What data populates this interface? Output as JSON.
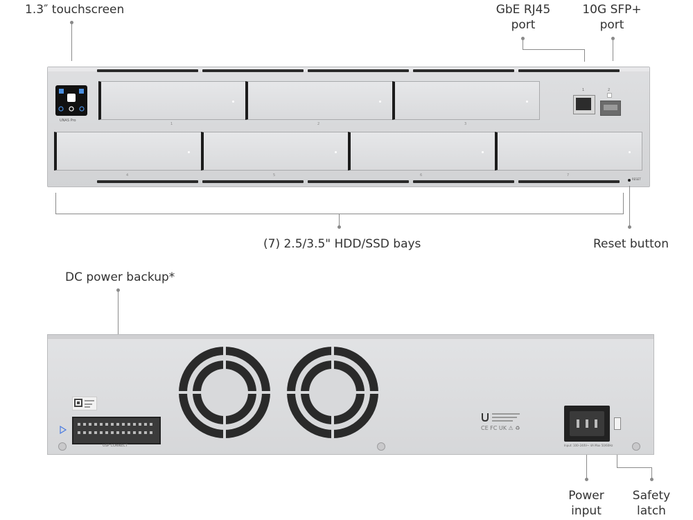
{
  "callouts": {
    "touchscreen": "1.3″ touchscreen",
    "rj45_line1": "GbE RJ45",
    "rj45_line2": "port",
    "sfp_line1": "10G SFP+",
    "sfp_line2": "port",
    "bays": "(7) 2.5/3.5\" HDD/SSD bays",
    "reset": "Reset button",
    "dc_backup": "DC power backup*",
    "power_line1": "Power",
    "power_line2": "input",
    "latch_line1": "Safety",
    "latch_line2": "latch"
  },
  "device": {
    "brand": "UNAS Pro",
    "port_numbers": [
      "1",
      "2"
    ],
    "reset_label": "RESET",
    "bay_numbers": [
      "1",
      "2",
      "3",
      "4",
      "5",
      "6",
      "7"
    ],
    "usp_label": "USP CONNECT",
    "power_rating": "Input: 100–240V~ 4A Max 50/60Hz"
  },
  "icons": {
    "fan": "fan-grille-icon",
    "ubiquiti": "ubiquiti-logo-icon",
    "arrow": "triangle-arrow-icon"
  },
  "colors": {
    "chassis": "#d8d9db",
    "bay_latch": "#1c1c1c",
    "lead_line": "#8a8a8a"
  }
}
